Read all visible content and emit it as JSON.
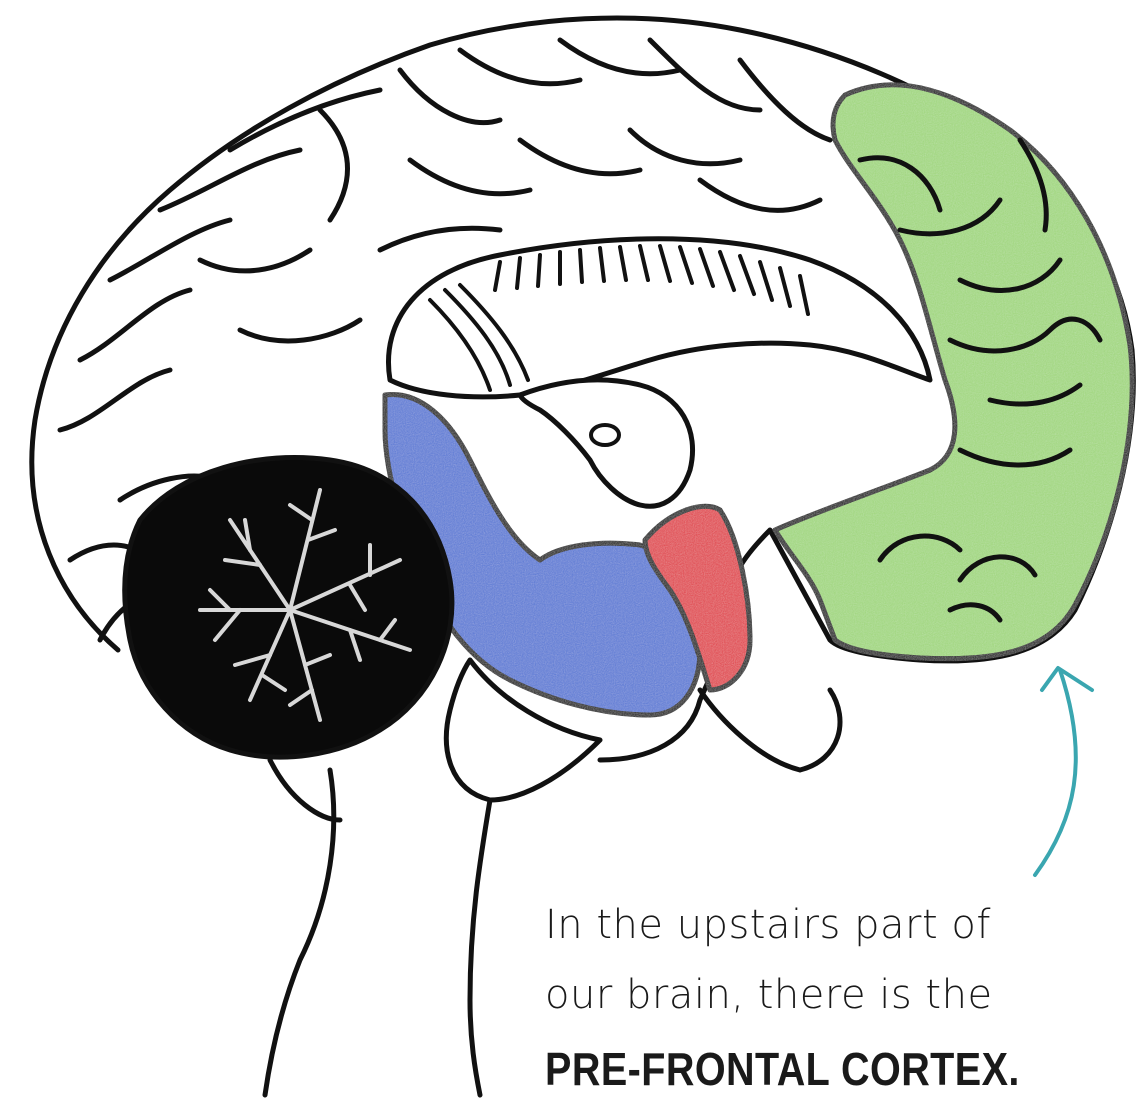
{
  "caption": {
    "line1": "In the upstairs part of",
    "line2": "our brain, there is the",
    "emphasis": "PRE-FRONTAL CORTEX."
  },
  "colors": {
    "outline": "#111111",
    "prefrontal_cortex": "#9fd67c",
    "blue_region": "#5878d4",
    "red_region": "#e0424a",
    "cerebellum": "#0a0a0a",
    "cerebellum_branches": "#d8d8d8",
    "arrow": "#3aa6b0",
    "background": "#ffffff"
  },
  "icons": {
    "arrow": "curved-arrow-up-icon"
  }
}
